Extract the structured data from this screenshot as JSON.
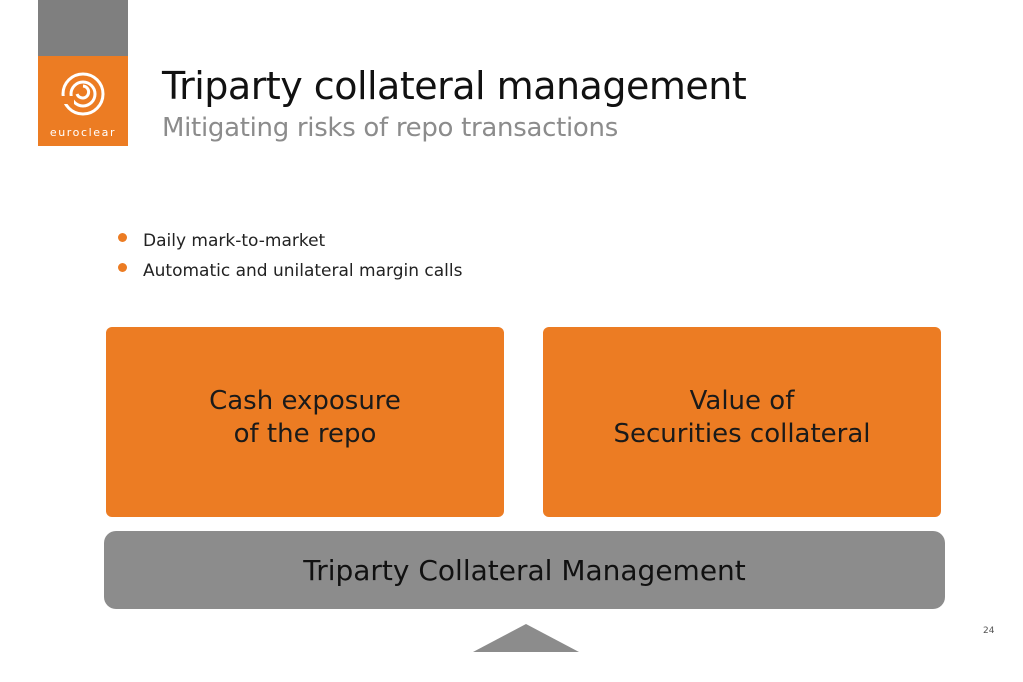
{
  "header": {
    "title": "Triparty collateral management",
    "subtitle": "Mitigating risks of repo transactions"
  },
  "logo": {
    "text": "euroclear",
    "icon": "swirl-logo-icon"
  },
  "bullets": [
    "Daily mark-to-market",
    "Automatic and unilateral margin calls"
  ],
  "diagram": {
    "left_box": "Cash exposure\nof the repo",
    "right_box": "Value of\nSecurities collateral",
    "base": "Triparty Collateral Management",
    "pivot_icon": "triangle-pivot-icon"
  },
  "footer": {
    "page_number": "24"
  },
  "colors": {
    "accent": "#ec7c23",
    "grey": "#8c8c8c",
    "dark_grey": "#7f7f7f"
  }
}
